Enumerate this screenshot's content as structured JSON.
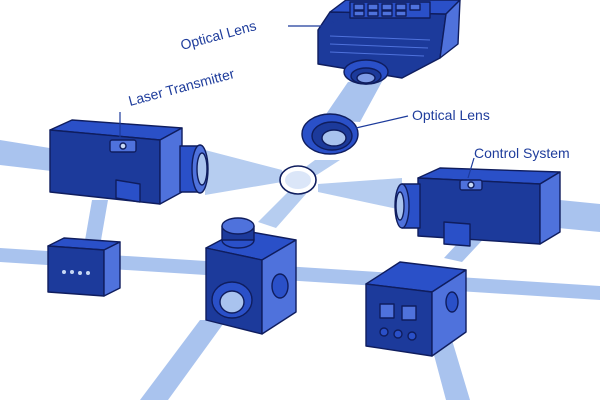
{
  "labels": {
    "optical_lens_top": "Optical Lens",
    "laser_transmitter": "Laser Transmitter",
    "optical_lens_mid": "Optical Lens",
    "control_system": "Control System"
  },
  "colors": {
    "beam": "#a9c3ee",
    "beam_light": "#c7d8f4",
    "device_dark": "#1c3a9b",
    "device_mid": "#2a50c8",
    "device_light": "#4f72dc",
    "outline": "#0f1d5e",
    "label_text": "#1f3d9c",
    "background": "#ffffff"
  },
  "icons": {
    "laser_transmitter_device": "camera-housing-icon",
    "camera_top": "camera-housing-icon",
    "control_system_device": "camera-housing-icon",
    "small_module": "module-box-icon",
    "cube_unit": "optical-cube-icon",
    "junction_box": "junction-box-icon",
    "lens_ring": "lens-ring-icon",
    "lens_disc": "lens-disc-icon"
  }
}
